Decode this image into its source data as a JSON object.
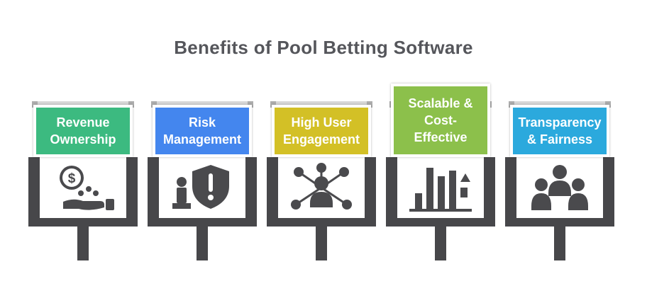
{
  "title": "Benefits of Pool Betting Software",
  "benefits": [
    {
      "label": "Revenue\nOwnership",
      "color": "#3CBA80",
      "icon": "revenue-ownership-icon"
    },
    {
      "label": "Risk\nManagement",
      "color": "#4486EE",
      "icon": "risk-management-icon"
    },
    {
      "label": "High User\nEngagement",
      "color": "#D3C026",
      "icon": "user-engagement-icon"
    },
    {
      "label": "Scalable &\nCost-\nEffective",
      "color": "#8CC04B",
      "icon": "scalable-cost-effective-icon"
    },
    {
      "label": "Transparency\n& Fairness",
      "color": "#2BA9DD",
      "icon": "transparency-fairness-icon"
    }
  ],
  "colors": {
    "background": "#FFFFFF",
    "structure": "#47474A",
    "icon": "#4A4A4D",
    "rail": "#D8D8D8",
    "rail_end": "#ADADAD",
    "title_text": "#55565B",
    "sign_text": "#FFFFFF"
  }
}
